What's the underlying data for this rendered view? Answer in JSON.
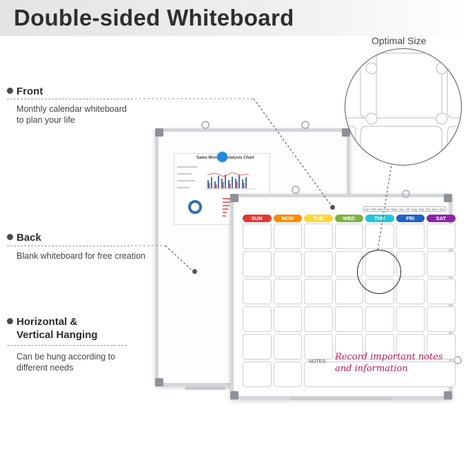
{
  "header": {
    "title": "Double-sided Whiteboard"
  },
  "zoom": {
    "label": "Optimal Size"
  },
  "features": [
    {
      "title": "Front",
      "desc": [
        "Monthly calendar whiteboard",
        "to plan your life"
      ]
    },
    {
      "title": "Back",
      "desc": [
        "Blank whiteboard for free creation"
      ]
    },
    {
      "title": "Horizontal &",
      "title2": "Vertical Hanging",
      "desc": [
        "Can be hung according to",
        "different needs"
      ]
    }
  ],
  "back_board": {
    "chart_title": "Sales Monthly Analysis Chart"
  },
  "calendar": {
    "days": [
      "SUN",
      "MON",
      "TUE",
      "WED",
      "THU",
      "FRI",
      "SAT"
    ],
    "day_colors": [
      "#e53935",
      "#fb8c00",
      "#fdd835",
      "#7cb342",
      "#26c6da",
      "#1e63c4",
      "#8e24aa"
    ],
    "months": [
      "Jan",
      "Feb",
      "Mar",
      "Apr",
      "May",
      "Jun",
      "Jul",
      "Aug",
      "Sep",
      "Oct",
      "Nov",
      "Dec"
    ],
    "notes_label": "NOTES:",
    "notes_text": [
      "Record important notes",
      "and information"
    ]
  },
  "colors": {
    "handwriting": "#c2185b",
    "frame": "#d4d6d8"
  }
}
